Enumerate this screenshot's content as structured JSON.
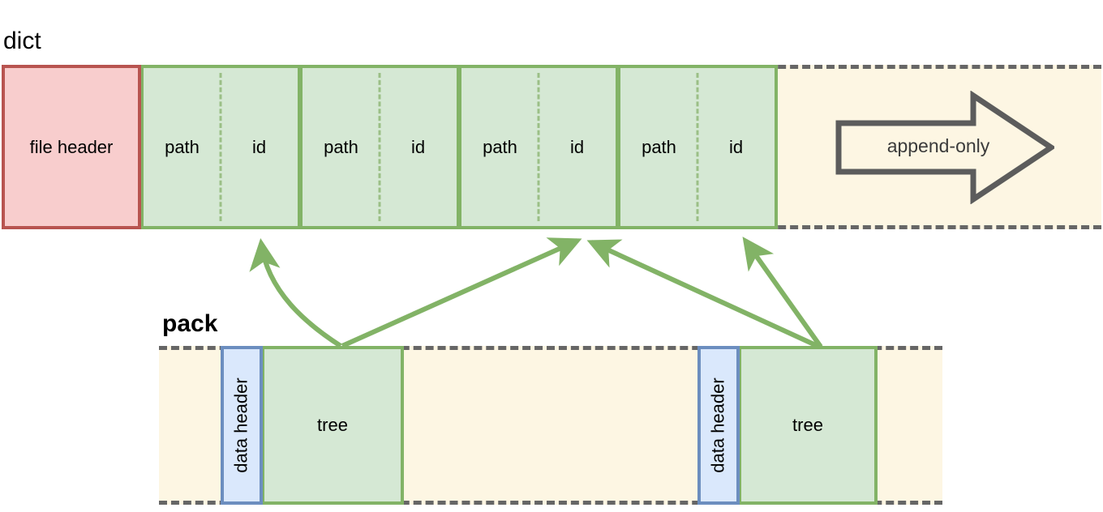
{
  "diagram": {
    "title_dict": "dict",
    "title_pack": "pack",
    "colors": {
      "green_fill": "#d5e8d4",
      "green_stroke": "#82b366",
      "red_fill": "#f8cdcd",
      "red_stroke": "#b85450",
      "blue_fill": "#dae8fc",
      "blue_stroke": "#6c8ebf",
      "band_fill": "#fdf6e3",
      "band_stroke": "#666666",
      "arrow_stroke": "#666666"
    }
  },
  "dict": {
    "label": "dict",
    "file_header": {
      "label": "file header"
    },
    "entries": [
      {
        "path_label": "path",
        "id_label": "id"
      },
      {
        "path_label": "path",
        "id_label": "id"
      },
      {
        "path_label": "path",
        "id_label": "id"
      },
      {
        "path_label": "path",
        "id_label": "id"
      }
    ],
    "append_only": {
      "label": "append-only",
      "direction": "right"
    }
  },
  "pack": {
    "label": "pack",
    "records": [
      {
        "data_header_label": "data header",
        "tree_label": "tree"
      },
      {
        "data_header_label": "data header",
        "tree_label": "tree"
      }
    ]
  },
  "connections": [
    {
      "from": "pack-record-1-tree",
      "to": "dict-entry-1",
      "style": "curved"
    },
    {
      "from": "pack-record-1-tree",
      "to": "dict-entry-3",
      "style": "straight"
    },
    {
      "from": "pack-record-2-tree",
      "to": "dict-entry-3",
      "style": "straight"
    },
    {
      "from": "pack-record-2-tree",
      "to": "dict-entry-4",
      "style": "straight"
    }
  ]
}
